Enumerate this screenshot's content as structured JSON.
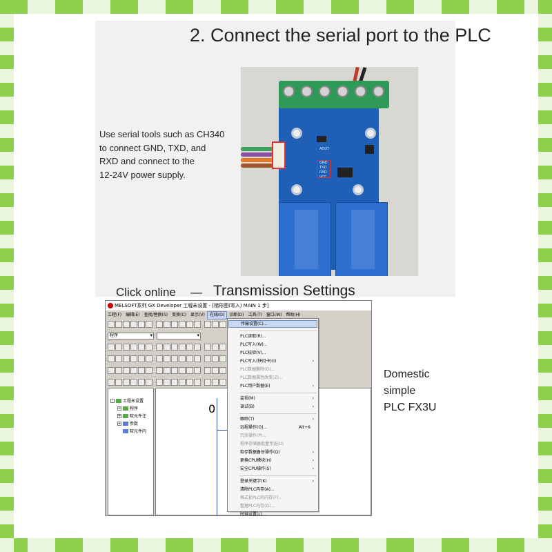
{
  "page": {
    "title": "2. Connect the serial port to the PLC",
    "description_lines": [
      "Use serial tools such as CH340",
      "to connect GND, TXD, and",
      "RXD and connect to the",
      "12-24V power supply."
    ],
    "click_online": "Click online",
    "dash": "—",
    "transmission_settings": "Transmission Settings",
    "domestic_lines": [
      "Domestic",
      "simple",
      "PLC FX3U"
    ]
  },
  "board": {
    "pin_labels": [
      "AOUT",
      "GND",
      "TXD",
      "RXD",
      "VCC"
    ]
  },
  "window": {
    "title": "MELSOFT系列 GX Developer 工程未设置 - [梯形图(写入)    MAIN    1 步]",
    "menubar": [
      "工程(F)",
      "编辑(E)",
      "查找/替换(S)",
      "变换(C)",
      "显示(V)",
      "在线(O)",
      "诊断(D)",
      "工具(T)",
      "窗口(W)",
      "帮助(H)"
    ],
    "active_menu_index": 5,
    "program_combo": "程序",
    "tree": [
      {
        "label": "工程未设置",
        "level": 0,
        "exp": "-",
        "color": "green"
      },
      {
        "label": "程序",
        "level": 1,
        "exp": "+",
        "color": "green"
      },
      {
        "label": "软元件注",
        "level": 1,
        "exp": "+",
        "color": "green"
      },
      {
        "label": "参数",
        "level": 1,
        "exp": "+",
        "color": "blue"
      },
      {
        "label": "软元件内",
        "level": 1,
        "exp": "",
        "color": "blue"
      }
    ],
    "editor_step": "0"
  },
  "online_menu": [
    {
      "label": "传输设置(C)...",
      "highlighted": true
    },
    {
      "sep": true
    },
    {
      "label": "PLC读取(R)..."
    },
    {
      "label": "PLC写入(W)..."
    },
    {
      "label": "PLC校验(V)..."
    },
    {
      "label": "PLC写入(快闪卡)(I)",
      "arrow": true
    },
    {
      "label": "PLC数据删除(D)...",
      "disabled": true
    },
    {
      "label": "PLC数据属性改变(Z)...",
      "disabled": true
    },
    {
      "label": "PLC用户数据(E)",
      "arrow": true
    },
    {
      "sep": true
    },
    {
      "label": "监视(M)",
      "arrow": true
    },
    {
      "label": "调试(B)",
      "arrow": true
    },
    {
      "sep": true
    },
    {
      "label": "跟踪(T)",
      "arrow": true
    },
    {
      "label": "远程操作(O)...",
      "shortcut": "Alt+6"
    },
    {
      "label": "冗余操作(P)...",
      "disabled": true
    },
    {
      "label": "程序存储器批量传送(U)",
      "disabled": true
    },
    {
      "label": "软存数据备份操作(Q)",
      "arrow": true
    },
    {
      "label": "更换CPU模块(H)",
      "arrow": true
    },
    {
      "label": "安全CPU操作(S)",
      "arrow": true
    },
    {
      "sep": true
    },
    {
      "label": "登录关键字(K)",
      "arrow": true
    },
    {
      "label": "清除PLC内存(A)..."
    },
    {
      "label": "格式化PLC的内存(F)...",
      "disabled": true
    },
    {
      "label": "整理PLC内存(G)...",
      "disabled": true
    },
    {
      "label": "时钟设置(L)..."
    }
  ],
  "colors": {
    "frame_green": "#8fd14f",
    "pcb_blue": "#1f5fb5",
    "terminal_green": "#2f9a58",
    "relay_blue": "#2d6fcf",
    "menu_highlight": "#c9d9f3",
    "highlight_red": "#e03030"
  }
}
